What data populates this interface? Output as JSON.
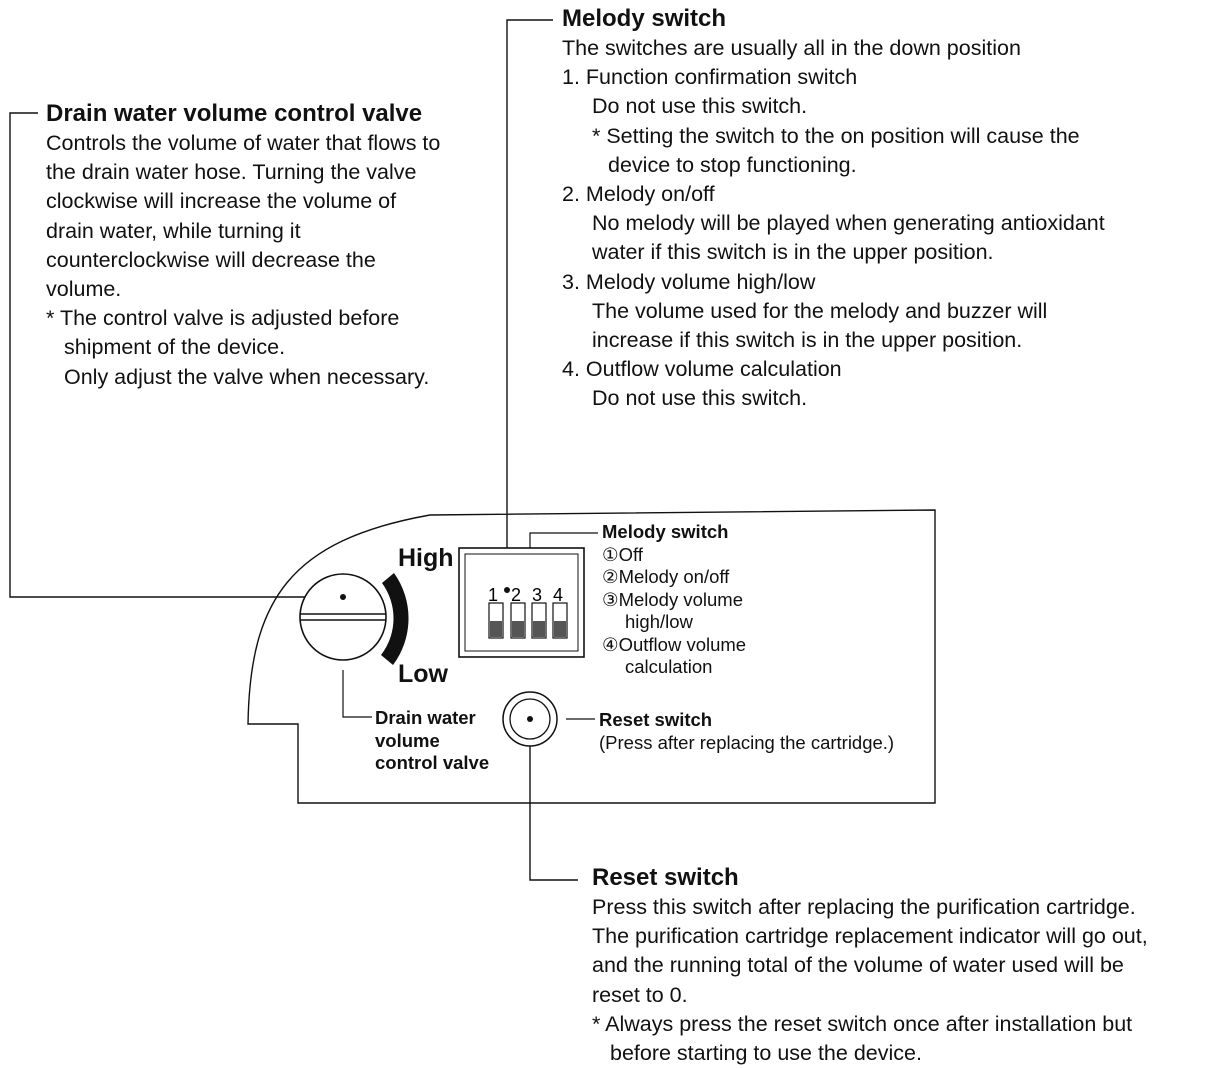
{
  "melody_block": {
    "title": "Melody switch",
    "intro": "The switches are usually all in the down position",
    "items": [
      {
        "label": "1. Function confirmation switch",
        "desc": "Do not use this switch.",
        "note1": "* Setting the switch to the on position will cause the",
        "note2": "device to stop functioning."
      },
      {
        "label": "2. Melody on/off",
        "desc1": "No melody will be played when generating antioxidant",
        "desc2": "water if this switch is in the upper position."
      },
      {
        "label": "3. Melody volume high/low",
        "desc1": "The volume used for the melody and buzzer will",
        "desc2": "increase if this switch is in the upper position."
      },
      {
        "label": "4. Outflow volume calculation",
        "desc1": "Do not use this switch."
      }
    ]
  },
  "drain_block": {
    "title": "Drain water volume control valve",
    "lines": [
      "Controls the volume of water that flows to",
      "the drain water hose. Turning the valve",
      "clockwise will increase the volume of",
      "drain water, while turning it",
      "counterclockwise will decrease the",
      "volume."
    ],
    "note1": "* The control valve is adjusted before",
    "note2": "shipment of the device.",
    "note3": "Only adjust the valve when necessary."
  },
  "reset_block": {
    "title": "Reset switch",
    "lines": [
      "Press this switch after replacing the purification cartridge.",
      "The purification cartridge replacement indicator will go out,",
      "and the running total of the volume of water used will be",
      "reset to 0."
    ],
    "note1": "* Always press the reset switch once after installation but",
    "note2": "before starting to use the device."
  },
  "panel": {
    "high": "High",
    "low": "Low",
    "switch_numbers": [
      "1",
      "2",
      "3",
      "4"
    ],
    "melody_label": "Melody switch",
    "melody_items": [
      "①Off",
      "②Melody on/off",
      "③Melody volume",
      "high/low",
      "④Outflow volume",
      "calculation"
    ],
    "drain_label": [
      "Drain water",
      "volume",
      "control valve"
    ],
    "reset_label": "Reset switch",
    "reset_sub": "(Press after replacing the cartridge.)"
  }
}
